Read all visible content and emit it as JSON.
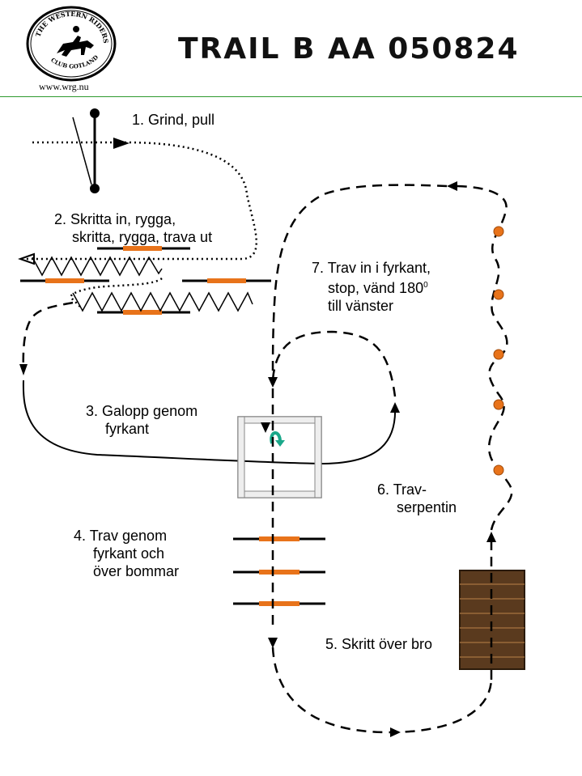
{
  "header": {
    "title": "TRAIL B AA 050824",
    "url": "www.wrg.nu",
    "logo": {
      "top_text": "THE WESTERN RIDERS",
      "bottom_text": "CLUB GOTLAND"
    }
  },
  "obstacles": {
    "o1": {
      "line1": "1. Grind, pull"
    },
    "o2": {
      "line1": "2. Skritta in, rygga,",
      "line2": "skritta, rygga, trava ut"
    },
    "o3": {
      "line1": "3. Galopp genom",
      "line2": "fyrkant"
    },
    "o4": {
      "line1": "4. Trav genom",
      "line2": "fyrkant och",
      "line3": "över bommar"
    },
    "o5": {
      "line1": "5. Skritt över bro"
    },
    "o6": {
      "line1": "6. Trav-",
      "line2": "serpentin"
    },
    "o7": {
      "line1": "7. Trav in i fyrkant,",
      "line2": "stop, vänd 180",
      "line2_sup": "0",
      "line3": "till vänster"
    }
  },
  "colors": {
    "accent": "#e8731a",
    "turn_arrow": "#1aa88a",
    "rule": "#2e9a2e",
    "bridge": "#5a3a1e"
  }
}
